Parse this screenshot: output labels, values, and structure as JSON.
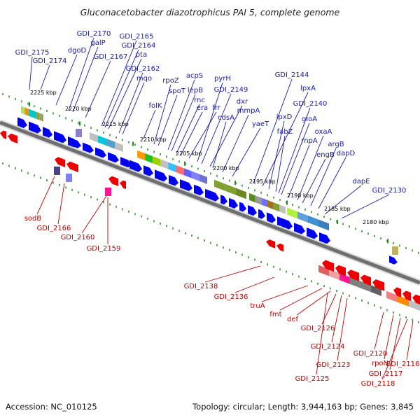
{
  "title": "Gluconacetobacter diazotrophicus PAI 5, complete genome",
  "footer": {
    "accession": "Accession: NC_010125",
    "topology": "Topology: circular; Length: 3,944,163 bp; Genes: 3,845"
  },
  "kbp_ticks": [
    "2225 kbp",
    "2220 kbp",
    "2215 kbp",
    "2210 kbp",
    "2205 kbp",
    "2200 kbp",
    "2195 kbp",
    "2190 kbp",
    "2185 kbp",
    "2180 kbp"
  ],
  "labels_top": [
    "GDI_2175",
    "GDI_2174",
    "dgoD",
    "GDI_2170",
    "galP",
    "GDI_2167",
    "GDI_2165",
    "GDI_2164",
    "pta",
    "GDI_2162",
    "mqo",
    "folK",
    "rpoZ",
    "spoT",
    "acpS",
    "lepB",
    "rnc",
    "era",
    "frr",
    "pyrH",
    "GDI_2149",
    "dxr",
    "cdsA",
    "mmpA",
    "yaeT",
    "GDI_2144",
    "lpxA",
    "lpxD",
    "fabZ",
    "GDI_2140",
    "gloA",
    "rnpA",
    "oxaA",
    "engB",
    "argB",
    "dapD",
    "dapE",
    "GDI_2130"
  ],
  "labels_bottom": [
    "sodB",
    "GDI_2166",
    "GDI_2160",
    "GDI_2159",
    "GDI_2138",
    "GDI_2136",
    "truA",
    "fmt",
    "def",
    "GDI_2126",
    "GDI_2124",
    "GDI_2123",
    "GDI_2125",
    "GDI_2120",
    "rpoN",
    "GDI_2117",
    "GDI_2116",
    "GDI_2118"
  ],
  "colors": {
    "forward_gene": "#0000ee",
    "reverse_gene": "#ee0000",
    "backbone": "#6f6f6f",
    "tick": "#2a8a2a",
    "label_forward": "#1a1aa6",
    "label_reverse": "#c00000"
  }
}
